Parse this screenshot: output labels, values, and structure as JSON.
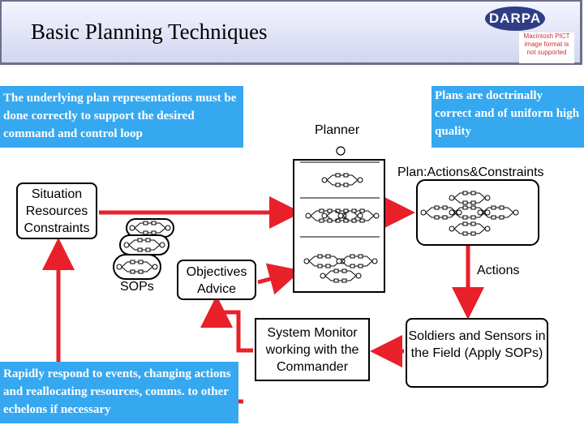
{
  "title": "Basic Planning Techniques",
  "logo": {
    "text": "DARPA",
    "placeholder_text": "Macintosh PICT image format is not supported"
  },
  "notes": {
    "left": "The underlying plan representations must be done correctly to support the desired command and control loop",
    "right": "Plans are doctrinally correct and of uniform high quality",
    "bottom": "Rapidly respond to events, changing actions and reallocating resources, comms. to other echelons if necessary"
  },
  "nodes": {
    "situation": "Situation Resources Constraints",
    "objectives": "Objectives Advice",
    "system_monitor": "System Monitor working with the Commander",
    "soldiers": "Soldiers and Sensors in the Field (Apply SOPs)"
  },
  "labels": {
    "planner": "Planner",
    "plan": "Plan:Actions&Constraints",
    "sops": "SOPs",
    "actions": "Actions"
  },
  "colors": {
    "arrow": "#e8202a",
    "note_bg": "#35a8f0",
    "box_fill": "#ffffff",
    "title_band": "#d2d6ef"
  }
}
